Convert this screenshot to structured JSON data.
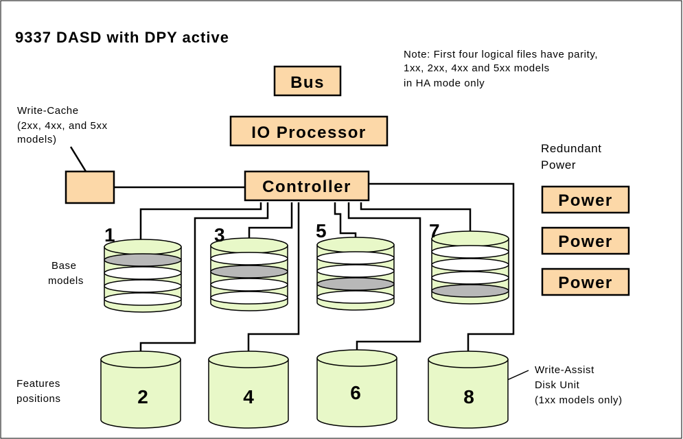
{
  "title": "9337 DASD with DPY active",
  "note": [
    "Note: First four logical files have parity,",
    "1xx, 2xx, 4xx and 5xx  models",
    "in HA mode only"
  ],
  "write_cache_label": [
    "Write-Cache",
    "(2xx, 4xx, and 5xx",
    "models)"
  ],
  "redundant_power_label": [
    "Redundant",
    "Power"
  ],
  "boxes": {
    "bus": "Bus",
    "io_processor": "IO Processor",
    "controller": "Controller",
    "power": [
      "Power",
      "Power",
      "Power"
    ]
  },
  "base_models_label": [
    "Base",
    "models"
  ],
  "features_label": [
    "Features",
    "positions"
  ],
  "write_assist_label": [
    "Write-Assist",
    "Disk Unit",
    "(1xx models only)"
  ],
  "base_units": [
    {
      "number": "1",
      "active_platter": 1
    },
    {
      "number": "3",
      "active_platter": 2
    },
    {
      "number": "5",
      "active_platter": 3
    },
    {
      "number": "7",
      "active_platter": 4
    }
  ],
  "feature_units": [
    {
      "number": "2"
    },
    {
      "number": "4"
    },
    {
      "number": "6"
    },
    {
      "number": "8"
    }
  ],
  "colors": {
    "box_fill": "#fcd8a8",
    "cylinder_fill": "#e8f8c8",
    "active_platter": "#b8b8b8"
  }
}
